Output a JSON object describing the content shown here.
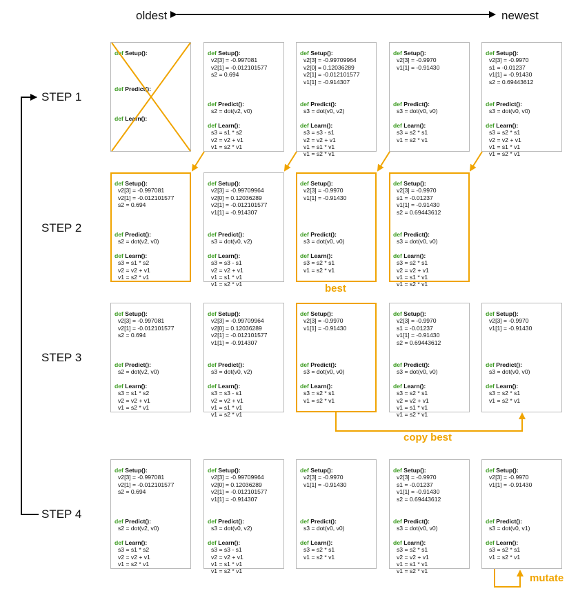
{
  "timeline": {
    "oldest": "oldest",
    "newest": "newest"
  },
  "steps": [
    "STEP 1",
    "STEP 2",
    "STEP 3",
    "STEP 4"
  ],
  "keywords": {
    "def": "def",
    "setup": "Setup():",
    "predict": "Predict():",
    "learn": "Learn():"
  },
  "annotations": {
    "best": "best",
    "copy_best": "copy best",
    "mutate": "mutate"
  },
  "colors": {
    "accent": "#f0a400",
    "keyword": "#3a9a1f",
    "border": "#b9b9b9"
  },
  "programs": {
    "p1": {
      "setup": [
        "v2[3] = -0.997081",
        "v2[1] = -0.012101577",
        "s2 = 0.694"
      ],
      "predict": [
        "s2 = dot(v2, v0)"
      ],
      "learn": [
        "s3 = s1 * s2",
        "v2 = v2 + v1",
        "v1 = s2 * v1"
      ]
    },
    "p2": {
      "setup": [
        "v2[3] = -0.99709964",
        "v2[0] = 0.12036289",
        "v2[1] = -0.012101577",
        "v1[1] = -0.914307"
      ],
      "predict": [
        "s3 = dot(v0, v2)"
      ],
      "learn": [
        "s3 = s3 - s1",
        "v2 = v2 + v1",
        "v1 = s1 * v1",
        "v1 = s2 * v1"
      ]
    },
    "p3": {
      "setup": [
        "v2[3] = -0.9970",
        "v1[1] = -0.91430"
      ],
      "predict": [
        "s3 = dot(v0, v0)"
      ],
      "learn": [
        "s3 = s2 * s1",
        "v1 = s2 * v1"
      ]
    },
    "p4": {
      "setup": [
        "v2[3] = -0.9970",
        "s1 = -0.01237",
        "v1[1] = -0.91430",
        "s2 = 0.69443612"
      ],
      "predict": [
        "s3 = dot(v0, v0)"
      ],
      "learn": [
        "s3 = s2 * s1",
        "v2 = v2 + v1",
        "v1 = s1 * v1",
        "v1 = s2 * v1"
      ]
    },
    "p4b": {
      "setup": [
        "v2[3] = -0.9970",
        "s1 = -0.01237",
        "v1[1] = -0.91430",
        "s2 = 0.69443612"
      ],
      "predict": [
        "s3 = dot(v0, v0)"
      ],
      "learn": [
        "s3 = s2 * s1",
        "v2 = v2 + v1",
        "v1 = s1 * v1",
        "v1 = s2 * v1"
      ]
    },
    "p4c": {
      "setup": [
        "v2[3] = -0.9970",
        "s1 = -0.01237",
        "v1[1] = -0.91430",
        "s2 = 0.69443612"
      ],
      "predict": [
        "s3 = dot(v0, v0)"
      ],
      "learn": [
        "s3 = s2 * s1",
        "v2 = v2 + v1",
        "v1 = s1 * v1",
        "v1 = s2 * v1"
      ]
    },
    "p5m": {
      "setup": [
        "v2[3] = -0.9970",
        "v1[1] = -0.91430"
      ],
      "predict": [
        "s3 = dot(v0, v1)"
      ],
      "learn": [
        "s3 = s2 * s1",
        "v1 = s2 * v1"
      ]
    }
  },
  "step1_order": [
    "p1",
    "p2",
    "p3",
    "p4"
  ],
  "grid": {
    "step1": [
      "deleted",
      "p1",
      "p2",
      "p3",
      "p4"
    ],
    "step2": [
      "p1",
      "p2",
      "p3",
      "p4"
    ],
    "step3": [
      "p1",
      "p2",
      "p3",
      "p4",
      "p3"
    ],
    "step4": [
      "p1",
      "p2",
      "p3",
      "p4",
      "p5m"
    ]
  }
}
